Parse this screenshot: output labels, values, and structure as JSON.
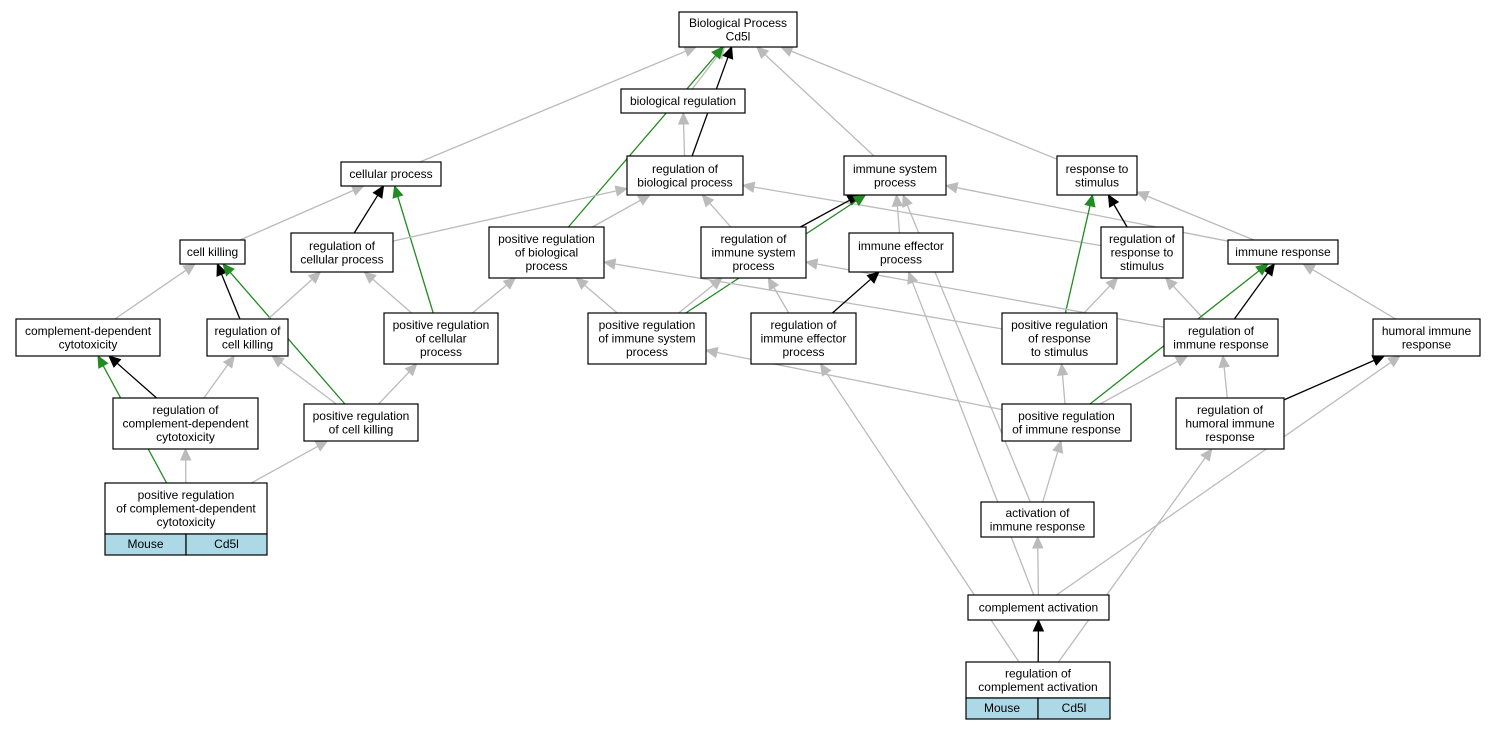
{
  "colors": {
    "edge_is_a": "#bbbbbb",
    "edge_regulates": "#000000",
    "edge_positively_regulates": "#228b22",
    "species_chip": "#add8e6"
  },
  "nodes": [
    {
      "id": "bp",
      "lines": [
        "Biological Process",
        "Cd5l"
      ]
    },
    {
      "id": "breg",
      "lines": [
        "biological regulation"
      ]
    },
    {
      "id": "cp",
      "lines": [
        "cellular process"
      ]
    },
    {
      "id": "rbp",
      "lines": [
        "regulation of",
        "biological process"
      ]
    },
    {
      "id": "isp",
      "lines": [
        "immune system",
        "process"
      ]
    },
    {
      "id": "rts",
      "lines": [
        "response to",
        "stimulus"
      ]
    },
    {
      "id": "ck",
      "lines": [
        "cell killing"
      ]
    },
    {
      "id": "rcp",
      "lines": [
        "regulation of",
        "cellular process"
      ]
    },
    {
      "id": "prbp",
      "lines": [
        "positive regulation",
        "of biological",
        "process"
      ]
    },
    {
      "id": "risp",
      "lines": [
        "regulation of",
        "immune system",
        "process"
      ]
    },
    {
      "id": "iep",
      "lines": [
        "immune effector",
        "process"
      ]
    },
    {
      "id": "rrts",
      "lines": [
        "regulation of",
        "response to",
        "stimulus"
      ]
    },
    {
      "id": "ir",
      "lines": [
        "immune response"
      ]
    },
    {
      "id": "cdc",
      "lines": [
        "complement-dependent",
        "cytotoxicity"
      ]
    },
    {
      "id": "rck",
      "lines": [
        "regulation of",
        "cell killing"
      ]
    },
    {
      "id": "prcp",
      "lines": [
        "positive regulation",
        "of cellular",
        "process"
      ]
    },
    {
      "id": "prisp",
      "lines": [
        "positive regulation",
        "of immune system",
        "process"
      ]
    },
    {
      "id": "riep",
      "lines": [
        "regulation of",
        "immune effector",
        "process"
      ]
    },
    {
      "id": "prrts",
      "lines": [
        "positive regulation",
        "of response",
        "to stimulus"
      ]
    },
    {
      "id": "rir",
      "lines": [
        "regulation of",
        "immune response"
      ]
    },
    {
      "id": "hir",
      "lines": [
        "humoral immune",
        "response"
      ]
    },
    {
      "id": "rcdc",
      "lines": [
        "regulation of",
        "complement-dependent",
        "cytotoxicity"
      ]
    },
    {
      "id": "prck",
      "lines": [
        "positive regulation",
        "of cell killing"
      ]
    },
    {
      "id": "prir",
      "lines": [
        "positive regulation",
        "of immune response"
      ]
    },
    {
      "id": "rhir",
      "lines": [
        "regulation of",
        "humoral immune",
        "response"
      ]
    },
    {
      "id": "prcdc",
      "lines": [
        "positive regulation",
        "of complement-dependent",
        "cytotoxicity"
      ],
      "chips": [
        "Mouse",
        "Cd5l"
      ]
    },
    {
      "id": "air",
      "lines": [
        "activation of",
        "immune response"
      ]
    },
    {
      "id": "ca",
      "lines": [
        "complement activation"
      ]
    },
    {
      "id": "rca",
      "lines": [
        "regulation of",
        "complement activation"
      ],
      "chips": [
        "Mouse",
        "Cd5l"
      ]
    }
  ],
  "edges": [
    {
      "from": "breg",
      "to": "bp",
      "kind": "is_a"
    },
    {
      "from": "cp",
      "to": "bp",
      "kind": "is_a"
    },
    {
      "from": "isp",
      "to": "bp",
      "kind": "is_a"
    },
    {
      "from": "rts",
      "to": "bp",
      "kind": "is_a"
    },
    {
      "from": "rbp",
      "to": "bp",
      "kind": "regulates"
    },
    {
      "from": "prbp",
      "to": "bp",
      "kind": "positively_regulates"
    },
    {
      "from": "rbp",
      "to": "breg",
      "kind": "is_a"
    },
    {
      "from": "ck",
      "to": "cp",
      "kind": "is_a"
    },
    {
      "from": "rcp",
      "to": "cp",
      "kind": "regulates"
    },
    {
      "from": "prcp",
      "to": "cp",
      "kind": "positively_regulates"
    },
    {
      "from": "rcp",
      "to": "rbp",
      "kind": "is_a"
    },
    {
      "from": "prbp",
      "to": "rbp",
      "kind": "is_a"
    },
    {
      "from": "risp",
      "to": "rbp",
      "kind": "is_a"
    },
    {
      "from": "rrts",
      "to": "rbp",
      "kind": "is_a"
    },
    {
      "from": "risp",
      "to": "isp",
      "kind": "regulates"
    },
    {
      "from": "prisp",
      "to": "isp",
      "kind": "positively_regulates"
    },
    {
      "from": "iep",
      "to": "isp",
      "kind": "is_a"
    },
    {
      "from": "ir",
      "to": "isp",
      "kind": "is_a"
    },
    {
      "from": "air",
      "to": "isp",
      "kind": "is_a"
    },
    {
      "from": "ir",
      "to": "rts",
      "kind": "is_a"
    },
    {
      "from": "rrts",
      "to": "rts",
      "kind": "regulates"
    },
    {
      "from": "prrts",
      "to": "rts",
      "kind": "positively_regulates"
    },
    {
      "from": "cdc",
      "to": "ck",
      "kind": "is_a"
    },
    {
      "from": "rck",
      "to": "ck",
      "kind": "regulates"
    },
    {
      "from": "prck",
      "to": "ck",
      "kind": "positively_regulates"
    },
    {
      "from": "rck",
      "to": "rcp",
      "kind": "is_a"
    },
    {
      "from": "prcp",
      "to": "rcp",
      "kind": "is_a"
    },
    {
      "from": "prcp",
      "to": "prbp",
      "kind": "is_a"
    },
    {
      "from": "prisp",
      "to": "prbp",
      "kind": "is_a"
    },
    {
      "from": "prrts",
      "to": "prbp",
      "kind": "is_a"
    },
    {
      "from": "prisp",
      "to": "risp",
      "kind": "is_a"
    },
    {
      "from": "riep",
      "to": "risp",
      "kind": "is_a"
    },
    {
      "from": "rir",
      "to": "risp",
      "kind": "is_a"
    },
    {
      "from": "riep",
      "to": "iep",
      "kind": "regulates"
    },
    {
      "from": "ca",
      "to": "iep",
      "kind": "is_a"
    },
    {
      "from": "prrts",
      "to": "rrts",
      "kind": "is_a"
    },
    {
      "from": "rir",
      "to": "rrts",
      "kind": "is_a"
    },
    {
      "from": "rir",
      "to": "ir",
      "kind": "regulates"
    },
    {
      "from": "prir",
      "to": "ir",
      "kind": "positively_regulates"
    },
    {
      "from": "hir",
      "to": "ir",
      "kind": "is_a"
    },
    {
      "from": "rcdc",
      "to": "cdc",
      "kind": "regulates"
    },
    {
      "from": "prcdc",
      "to": "cdc",
      "kind": "positively_regulates"
    },
    {
      "from": "rcdc",
      "to": "rck",
      "kind": "is_a"
    },
    {
      "from": "prck",
      "to": "rck",
      "kind": "is_a"
    },
    {
      "from": "prck",
      "to": "prcp",
      "kind": "is_a"
    },
    {
      "from": "prir",
      "to": "prisp",
      "kind": "is_a"
    },
    {
      "from": "rca",
      "to": "riep",
      "kind": "is_a"
    },
    {
      "from": "prir",
      "to": "prrts",
      "kind": "is_a"
    },
    {
      "from": "prir",
      "to": "rir",
      "kind": "is_a"
    },
    {
      "from": "rhir",
      "to": "rir",
      "kind": "is_a"
    },
    {
      "from": "rhir",
      "to": "hir",
      "kind": "regulates"
    },
    {
      "from": "ca",
      "to": "hir",
      "kind": "is_a"
    },
    {
      "from": "prcdc",
      "to": "rcdc",
      "kind": "is_a"
    },
    {
      "from": "prcdc",
      "to": "prck",
      "kind": "is_a"
    },
    {
      "from": "air",
      "to": "prir",
      "kind": "is_a"
    },
    {
      "from": "rca",
      "to": "rhir",
      "kind": "is_a"
    },
    {
      "from": "ca",
      "to": "air",
      "kind": "is_a"
    },
    {
      "from": "rca",
      "to": "ca",
      "kind": "regulates"
    }
  ]
}
